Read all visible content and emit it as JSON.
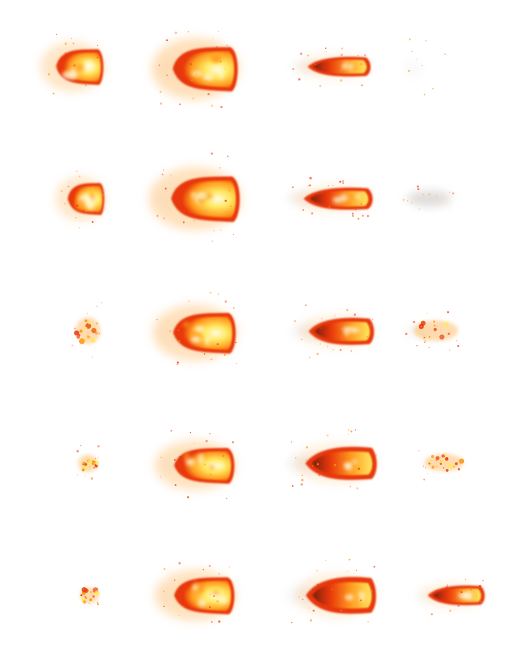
{
  "sprite_sheet": {
    "name": "fire-burst-sprite-sheet",
    "background_color": "#ffffff",
    "columns": 4,
    "rows": 5,
    "palette": {
      "core_white": "#fffbe0",
      "core_yellow": "#ffe860",
      "flame_orange": "#ff9a1f",
      "flame_red": "#e8380a",
      "ember_dark": "#7a1e08",
      "smoke_grey": "#b8b0aa"
    },
    "frames": [
      [
        {
          "kind": "burst",
          "energy": 0.55,
          "smoke": 0.0
        },
        {
          "kind": "burst",
          "energy": 1.0,
          "smoke": 0.1
        },
        {
          "kind": "stream",
          "energy": 0.65,
          "smoke": 0.35
        },
        {
          "kind": "sparks",
          "energy": 0.05,
          "smoke": 0.15
        }
      ],
      [
        {
          "kind": "burst",
          "energy": 0.4,
          "smoke": 0.0
        },
        {
          "kind": "burst",
          "energy": 0.95,
          "smoke": 0.1
        },
        {
          "kind": "stream",
          "energy": 0.65,
          "smoke": 0.35
        },
        {
          "kind": "haze",
          "energy": 0.08,
          "smoke": 0.3
        }
      ],
      [
        {
          "kind": "ember",
          "energy": 0.22,
          "smoke": 0.0
        },
        {
          "kind": "burst",
          "energy": 0.9,
          "smoke": 0.1
        },
        {
          "kind": "stream",
          "energy": 0.7,
          "smoke": 0.35
        },
        {
          "kind": "ember",
          "energy": 0.18,
          "smoke": 0.3
        }
      ],
      [
        {
          "kind": "ember",
          "energy": 0.18,
          "smoke": 0.0
        },
        {
          "kind": "burst",
          "energy": 0.85,
          "smoke": 0.1
        },
        {
          "kind": "stream",
          "energy": 0.8,
          "smoke": 0.35
        },
        {
          "kind": "ember",
          "energy": 0.3,
          "smoke": 0.15
        }
      ],
      [
        {
          "kind": "ember",
          "energy": 0.15,
          "smoke": 0.0
        },
        {
          "kind": "burst",
          "energy": 0.85,
          "smoke": 0.1
        },
        {
          "kind": "stream",
          "energy": 0.85,
          "smoke": 0.3
        },
        {
          "kind": "stream",
          "energy": 0.5,
          "smoke": 0.15
        }
      ]
    ]
  }
}
